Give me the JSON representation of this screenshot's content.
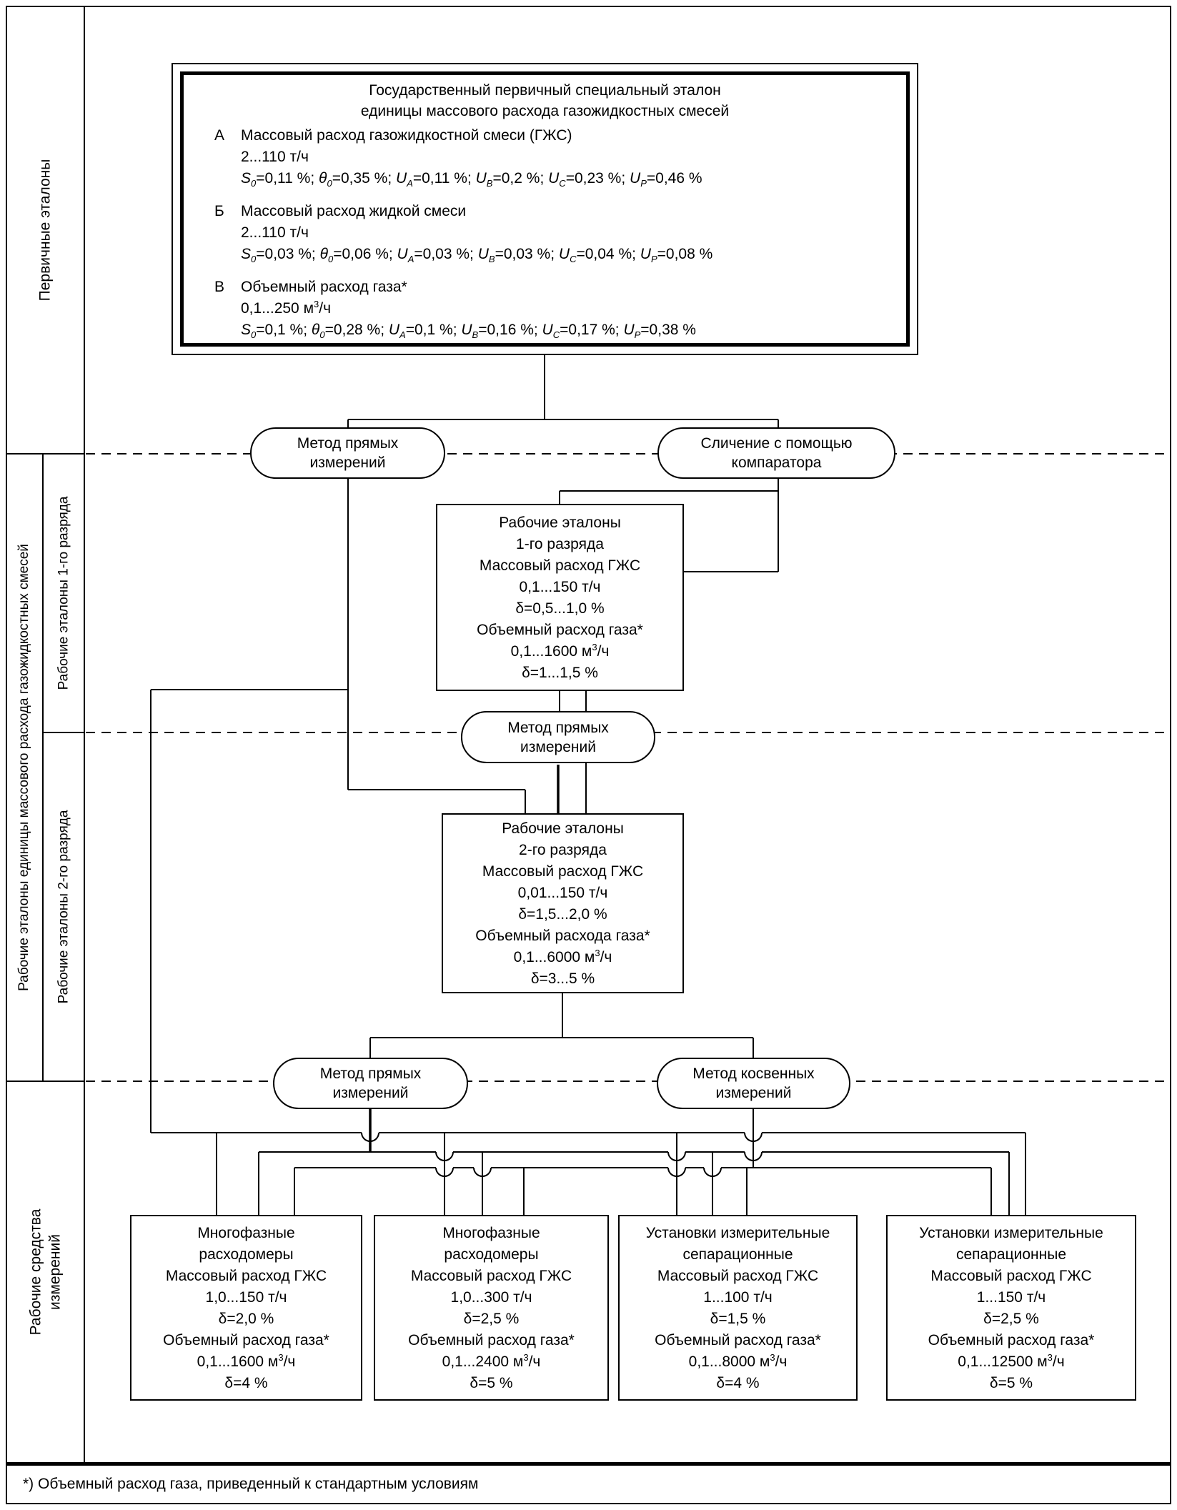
{
  "colors": {
    "line": "#000000",
    "background": "#ffffff"
  },
  "side_labels": {
    "primary": "Первичные эталоны",
    "working_group": "Рабочие эталоны единицы массового расхода газожидкостных смесей",
    "we1": "Рабочие эталоны 1-го разряда",
    "we2": "Рабочие эталоны 2-го разряда",
    "working_instruments": [
      "Рабочие средства",
      "измерений"
    ]
  },
  "primary_standard": {
    "title_lines": [
      "Государственный первичный специальный эталон",
      "единицы массового расхода газожидкостных смесей"
    ],
    "items": [
      {
        "letter": "А",
        "lines": [
          "Массовый расход газожидкостной смеси (ГЖС)",
          "2...110 т/ч",
          "S_0=0,11 %; θ_0=0,35 %; U_A=0,11 %; U_B=0,2 %; U_C=0,23 %; U_P=0,46 %"
        ]
      },
      {
        "letter": "Б",
        "lines": [
          "Массовый расход жидкой смеси",
          "2...110 т/ч",
          "S_0=0,03 %; θ_0=0,06 %; U_A=0,03 %; U_B=0,03 %; U_C=0,04 %; U_P=0,08 %"
        ]
      },
      {
        "letter": "В",
        "lines": [
          "Объемный расход газа*",
          "0,1...250 м^3/ч",
          "S_0=0,1 %; θ_0=0,28 %; U_A=0,1 %; U_B=0,16 %; U_C=0,17 %; U_P=0,38 %"
        ]
      }
    ]
  },
  "methods": {
    "direct1": [
      "Метод прямых",
      "измерений"
    ],
    "comparator": [
      "Сличение с помощью",
      "компаратора"
    ],
    "direct2": [
      "Метод прямых",
      "измерений"
    ],
    "direct3": [
      "Метод прямых",
      "измерений"
    ],
    "indirect": [
      "Метод косвенных",
      "измерений"
    ]
  },
  "we1_box": {
    "lines": [
      "Рабочие эталоны",
      "1-го разряда",
      "Массовый расход ГЖС",
      "0,1...150 т/ч",
      "δ=0,5...1,0 %",
      "Объемный расход газа*",
      "0,1...1600 м^3/ч",
      "δ=1...1,5 %"
    ]
  },
  "we2_box": {
    "lines": [
      "Рабочие эталоны",
      "2-го разряда",
      "Массовый расход ГЖС",
      "0,01...150 т/ч",
      "δ=1,5...2,0 %",
      "Объемный расхода газа*",
      "0,1...6000 м^3/ч",
      "δ=3...5 %"
    ]
  },
  "instruments": [
    {
      "lines": [
        "Многофазные",
        "расходомеры",
        "Массовый расход ГЖС",
        "1,0...150 т/ч",
        "δ=2,0 %",
        "Объемный расход газа*",
        "0,1...1600 м^3/ч",
        "δ=4 %"
      ]
    },
    {
      "lines": [
        "Многофазные",
        "расходомеры",
        "Массовый расход ГЖС",
        "1,0...300 т/ч",
        "δ=2,5 %",
        "Объемный расход газа*",
        "0,1...2400 м^3/ч",
        "δ=5 %"
      ]
    },
    {
      "lines": [
        "Установки измерительные",
        "сепарационные",
        "Массовый расход ГЖС",
        "1...100 т/ч",
        "δ=1,5 %",
        "Объемный расход газа*",
        "0,1...8000 м^3/ч",
        "δ=4 %"
      ]
    },
    {
      "lines": [
        "Установки измерительные",
        "сепарационные",
        "Массовый расход ГЖС",
        "1...150 т/ч",
        "δ=2,5 %",
        "Объемный расход газа*",
        "0,1...12500 м^3/ч",
        "δ=5 %"
      ]
    }
  ],
  "footnote": "*) Объемный расход газа, приведенный к стандартным условиям"
}
